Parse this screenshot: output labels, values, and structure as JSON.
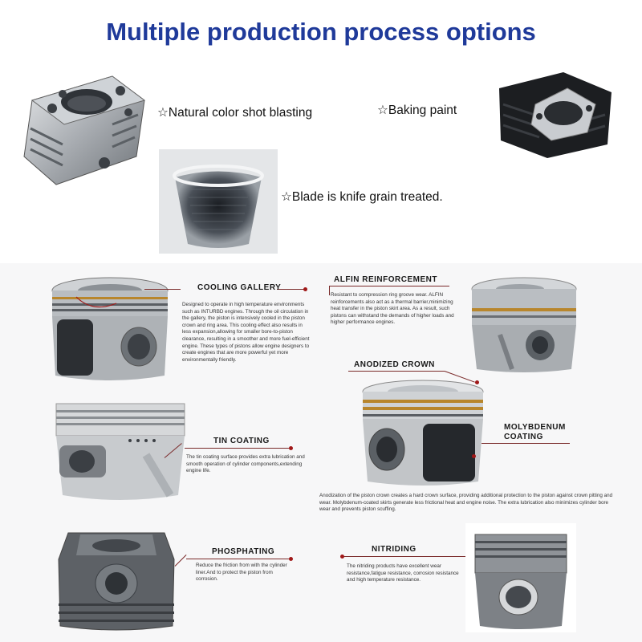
{
  "title": "Multiple production process options",
  "options": {
    "shot_blasting": "☆Natural color shot blasting",
    "baking_paint": "☆Baking paint",
    "knife_grain": "☆Blade is knife grain treated."
  },
  "sections": {
    "cooling_gallery": {
      "title": "COOLING GALLERY",
      "body": "Designed to operate in high temperature environments such as INTURBD engines. Through the oil circulation in the gallery, the piston is intensively cooled in the piston crown and ring area. This cooling effect also results in less expansion,allowing for smaller bore-to-piston clearance, resulting in a smoother and more fuel-efficient engine. These types of pistons allow engine designers to create engines that are more powerful yet more environmentally friendly."
    },
    "alfin": {
      "title": "ALFIN REINFORCEMENT",
      "body": "Resistant to compression ring groove wear. ALFIN reinforcements also act as a thermal barrier,minimizing heat transfer in the piston skirt area. As a result, such pistons can withstand the demands of higher loads and higher performance engines."
    },
    "anodized": {
      "title": "ANODIZED CROWN"
    },
    "molybdenum": {
      "title_line1": "MOLYBDENUM",
      "title_line2": "COATING"
    },
    "tin": {
      "title": "TIN COATING",
      "body": "The tin coating surface provides extra lubrication and smooth operation of cylinder components,extending engine life."
    },
    "anodized_note": "Anodization of the piston crown creates a hard crown surface, providing additional protection to the piston against crown pitting and wear. Molybdenum-coated skirts generate less frictional heat and engine noise. The extra lubrication also minimizes cylinder bore wear and prevents piston scuffing.",
    "phosphating": {
      "title": "PHOSPHATING",
      "body": "Reduce the friction from with the cylinder liner.And to protect the piston from corrosion."
    },
    "nitriding": {
      "title": "NITRIDING",
      "body": "The nitriding products have excellent wear resistance,fatigue resistance, corrosion resistance and high temperature resistance."
    }
  }
}
